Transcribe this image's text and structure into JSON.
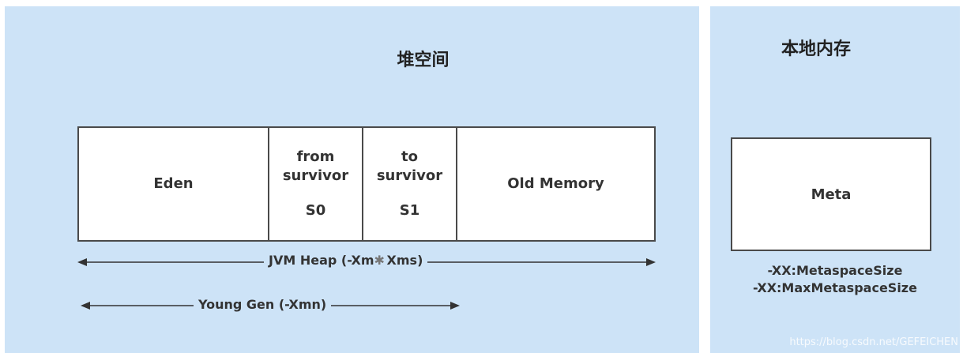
{
  "heap": {
    "title": "堆空间",
    "regions": {
      "eden": "Eden",
      "from_line1": "from",
      "from_line2": "survivor",
      "from_id": "S0",
      "to_line1": "to",
      "to_line2": "survivor",
      "to_id": "S1",
      "old": "Old Memory"
    },
    "jvm_heap_label": "JVM Heap (-Xm",
    "jvm_heap_label_end": "Xms)",
    "young_gen_label": "Young Gen (-Xmn)"
  },
  "native": {
    "title": "本地内存",
    "meta": "Meta",
    "param1": "-XX:MetaspaceSize",
    "param2": "-XX:MaxMetaspaceSize"
  },
  "watermark": "https://blog.csdn.net/GEFEICHEN",
  "colors": {
    "panel_bg": "#cde3f7",
    "border": "#4a4a4a",
    "text": "#333333"
  }
}
